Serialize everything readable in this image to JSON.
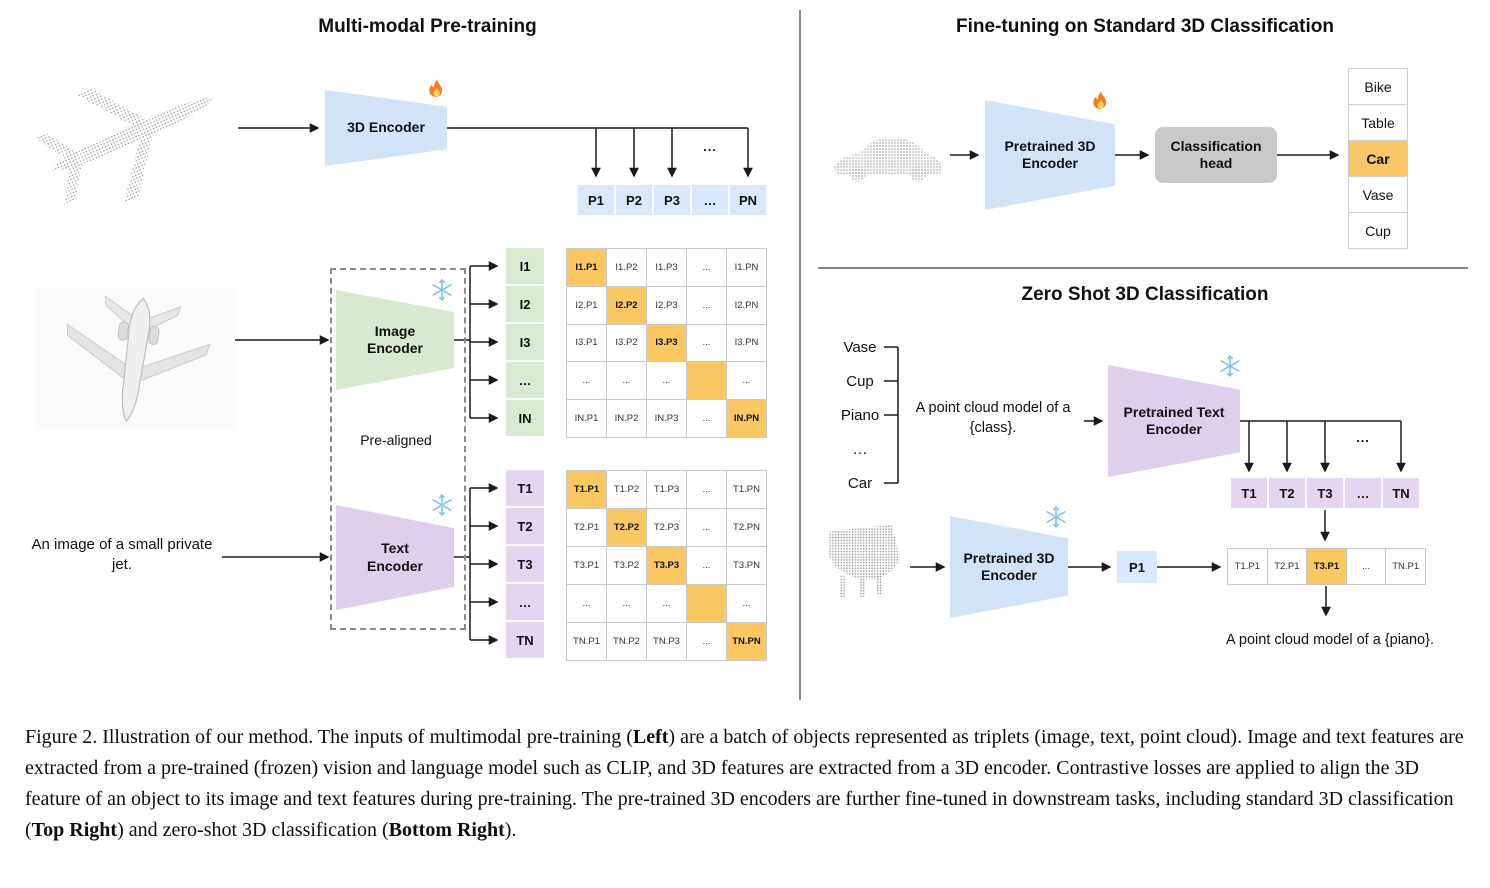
{
  "left_panel": {
    "title": "Multi-modal Pre-training",
    "encoder_3d": {
      "label": "3D Encoder"
    },
    "image_encoder": {
      "label": "Image Encoder"
    },
    "text_encoder": {
      "label": "Text Encoder"
    },
    "pre_aligned_label": "Pre-aligned",
    "input_text": "An image of a small private jet.",
    "ellipsis": "...",
    "p_row": [
      "P1",
      "P2",
      "P3",
      "…",
      "PN"
    ],
    "i_column": [
      "I1",
      "I2",
      "I3",
      "…",
      "IN"
    ],
    "t_column": [
      "T1",
      "T2",
      "T3",
      "…",
      "TN"
    ],
    "image_matrix": [
      [
        "I1.P1",
        "I1.P2",
        "I1.P3",
        "...",
        "I1.PN"
      ],
      [
        "I2.P1",
        "I2.P2",
        "I2.P3",
        "...",
        "I2.PN"
      ],
      [
        "I3.P1",
        "I3.P2",
        "I3.P3",
        "...",
        "I3.PN"
      ],
      [
        "...",
        "...",
        "...",
        "",
        "..."
      ],
      [
        "IN.P1",
        "IN.P2",
        "IN.P3",
        "...",
        "IN.PN"
      ]
    ],
    "text_matrix": [
      [
        "T1.P1",
        "T1.P2",
        "T1.P3",
        "...",
        "T1.PN"
      ],
      [
        "T2.P1",
        "T2.P2",
        "T2.P3",
        "...",
        "T2.PN"
      ],
      [
        "T3.P1",
        "T3.P2",
        "T3.P3",
        "...",
        "T3.PN"
      ],
      [
        "...",
        "...",
        "...",
        "",
        "..."
      ],
      [
        "TN.P1",
        "TN.P2",
        "TN.P3",
        "...",
        "TN.PN"
      ]
    ]
  },
  "finetune_panel": {
    "title": "Fine-tuning on Standard 3D Classification",
    "encoder": {
      "label": "Pretrained 3D Encoder"
    },
    "head": {
      "label": "Classification head"
    },
    "classes": [
      "Bike",
      "Table",
      "Car",
      "Vase",
      "Cup"
    ],
    "highlight_class_index": 2
  },
  "zeroshot_panel": {
    "title": "Zero Shot 3D Classification",
    "class_labels": [
      "Vase",
      "Cup",
      "Piano",
      "…",
      "Car"
    ],
    "prompt": "A point cloud model of a {class}.",
    "text_encoder": {
      "label": "Pretrained Text Encoder"
    },
    "encoder_3d": {
      "label": "Pretrained 3D Encoder"
    },
    "t_row": [
      "T1",
      "T2",
      "T3",
      "…",
      "TN"
    ],
    "p_cell": "P1",
    "similarity_row": [
      "T1.P1",
      "T2.P1",
      "T3.P1",
      "...",
      "TN.P1"
    ],
    "similarity_highlight_index": 2,
    "result_text": "A point cloud model of a {piano}.",
    "ellipsis": "..."
  },
  "icons": {
    "fire": "fire-icon",
    "snowflake": "snowflake-icon"
  },
  "colors": {
    "encoder_blue": "#d2e3f7",
    "encoder_green": "#d7e9d1",
    "encoder_purple": "#decfeb",
    "cell_blue": "#d9e8fb",
    "cell_green": "#d9ead3",
    "cell_purple": "#e4d6ef",
    "highlight_orange": "#fac862",
    "head_gray": "#c9c9c9"
  },
  "caption": {
    "segments": [
      {
        "t": "Figure 2. Illustration of our method. The inputs of multimodal pre-training (",
        "b": false
      },
      {
        "t": "Left",
        "b": true
      },
      {
        "t": ") are a batch of objects represented as triplets (image, text, point cloud). Image and text features are extracted from a pre-trained (frozen) vision and language model such as CLIP, and 3D features are extracted from a 3D encoder. Contrastive losses are applied to align the 3D feature of an object to its image and text features during pre-training. The pre-trained 3D encoders are further fine-tuned in downstream tasks, including standard 3D classification (",
        "b": false
      },
      {
        "t": "Top Right",
        "b": true
      },
      {
        "t": ") and zero-shot 3D classification (",
        "b": false
      },
      {
        "t": "Bottom Right",
        "b": true
      },
      {
        "t": ").",
        "b": false
      }
    ]
  }
}
